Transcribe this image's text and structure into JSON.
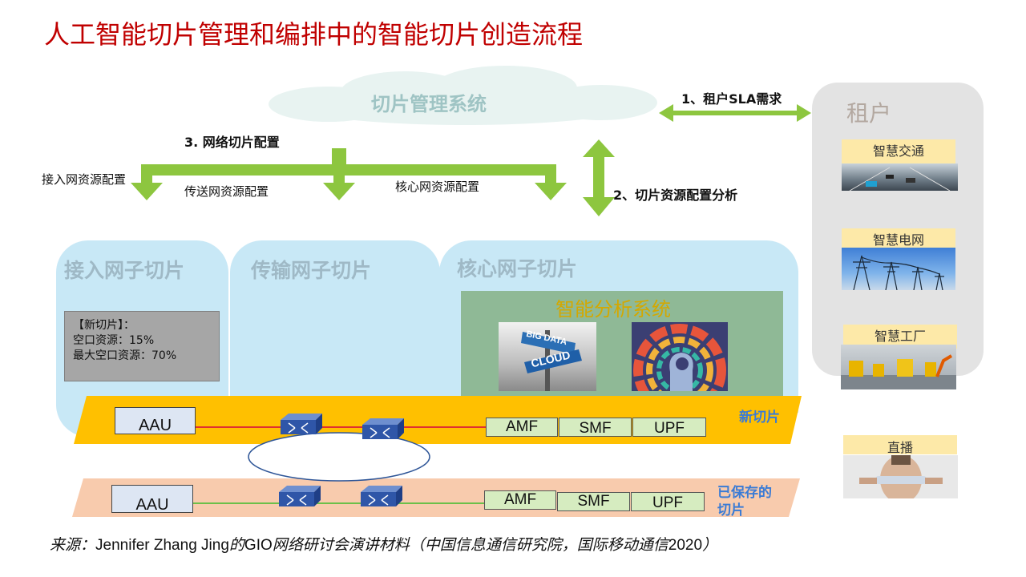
{
  "title": "人工智能切片管理和编排中的智能切片创造流程",
  "cloud": {
    "label": "切片管理系统"
  },
  "arrows": {
    "sla_request": "1、租户SLA需求",
    "resource_analysis": "2、切片资源配置分析",
    "network_config": "3. 网络切片配置",
    "access_config": "接入网资源配置",
    "transport_config": "传送网资源配置",
    "core_config": "核心网资源配置"
  },
  "tenant": {
    "title": "租户",
    "items": [
      {
        "label": "智慧交通",
        "icon": "traffic-photo"
      },
      {
        "label": "智慧电网",
        "icon": "power-grid-photo"
      },
      {
        "label": "智慧工厂",
        "icon": "factory-photo"
      },
      {
        "label": "直播",
        "icon": "vr-headset-photo"
      }
    ]
  },
  "subnets": {
    "access": "接入网子切片",
    "transport": "传输网子切片",
    "core": "核心网子切片"
  },
  "new_slice_box": {
    "line1": "【新切片】：",
    "line2": "空口资源：15%",
    "line3": "最大空口资源：70%"
  },
  "ai_system": {
    "title": "智能分析系统",
    "sign_top": "BIG DATA",
    "sign_bottom": "CLOUD"
  },
  "new_slice": {
    "label": "新切片",
    "aau": "AAU",
    "functions": [
      "AMF",
      "SMF",
      "UPF"
    ],
    "color": "#ffc000"
  },
  "saved_slice": {
    "label_line1": "已保存的",
    "label_line2": "切片",
    "aau": "AAU",
    "functions": [
      "AMF",
      "SMF",
      "UPF"
    ],
    "color": "#f8cbad"
  },
  "source": {
    "prefix": "来源：",
    "author": "Jennifer Zhang Jing",
    "mid1": "的",
    "event": "GIO",
    "mid2": "网络研讨会演讲材料（中国信息通信研究院，国际移动通信",
    "year": "2020",
    "suffix": "）"
  },
  "colors": {
    "arrow": "#8dc63f",
    "title": "#c00000",
    "panel": "#c8e8f6"
  }
}
